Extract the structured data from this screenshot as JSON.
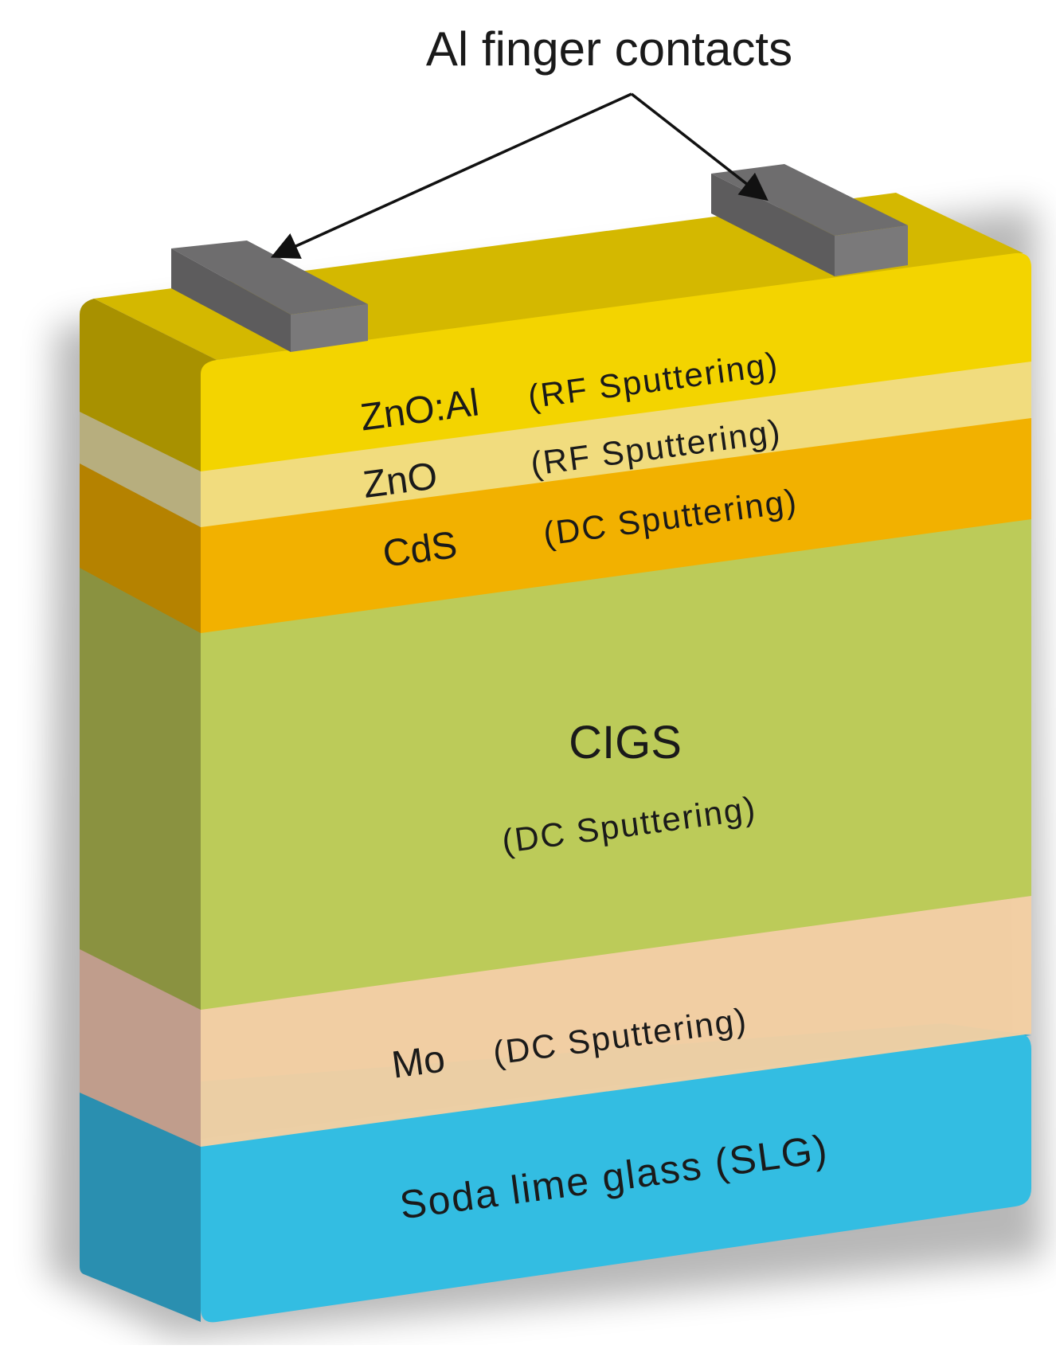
{
  "callout": {
    "label": "Al finger contacts"
  },
  "layers": {
    "zno_al": {
      "name": "ZnO:Al",
      "method": "(RF Sputtering)",
      "color": "#f3d400"
    },
    "zno": {
      "name": "ZnO",
      "method": "(RF Sputtering)",
      "color": "#f1dc7e"
    },
    "cds": {
      "name": "CdS",
      "method": "(DC Sputtering)",
      "color": "#f2b100"
    },
    "cigs": {
      "name": "CIGS",
      "method": "(DC Sputtering)",
      "color": "#bccb59"
    },
    "mo": {
      "name": "Mo",
      "method": "(DC Sputtering)",
      "color": "#f4cfa2"
    },
    "slg": {
      "name": "Soda lime glass (SLG)",
      "color": "#33bde2"
    }
  },
  "contacts": {
    "color": "#6e6d6e"
  }
}
